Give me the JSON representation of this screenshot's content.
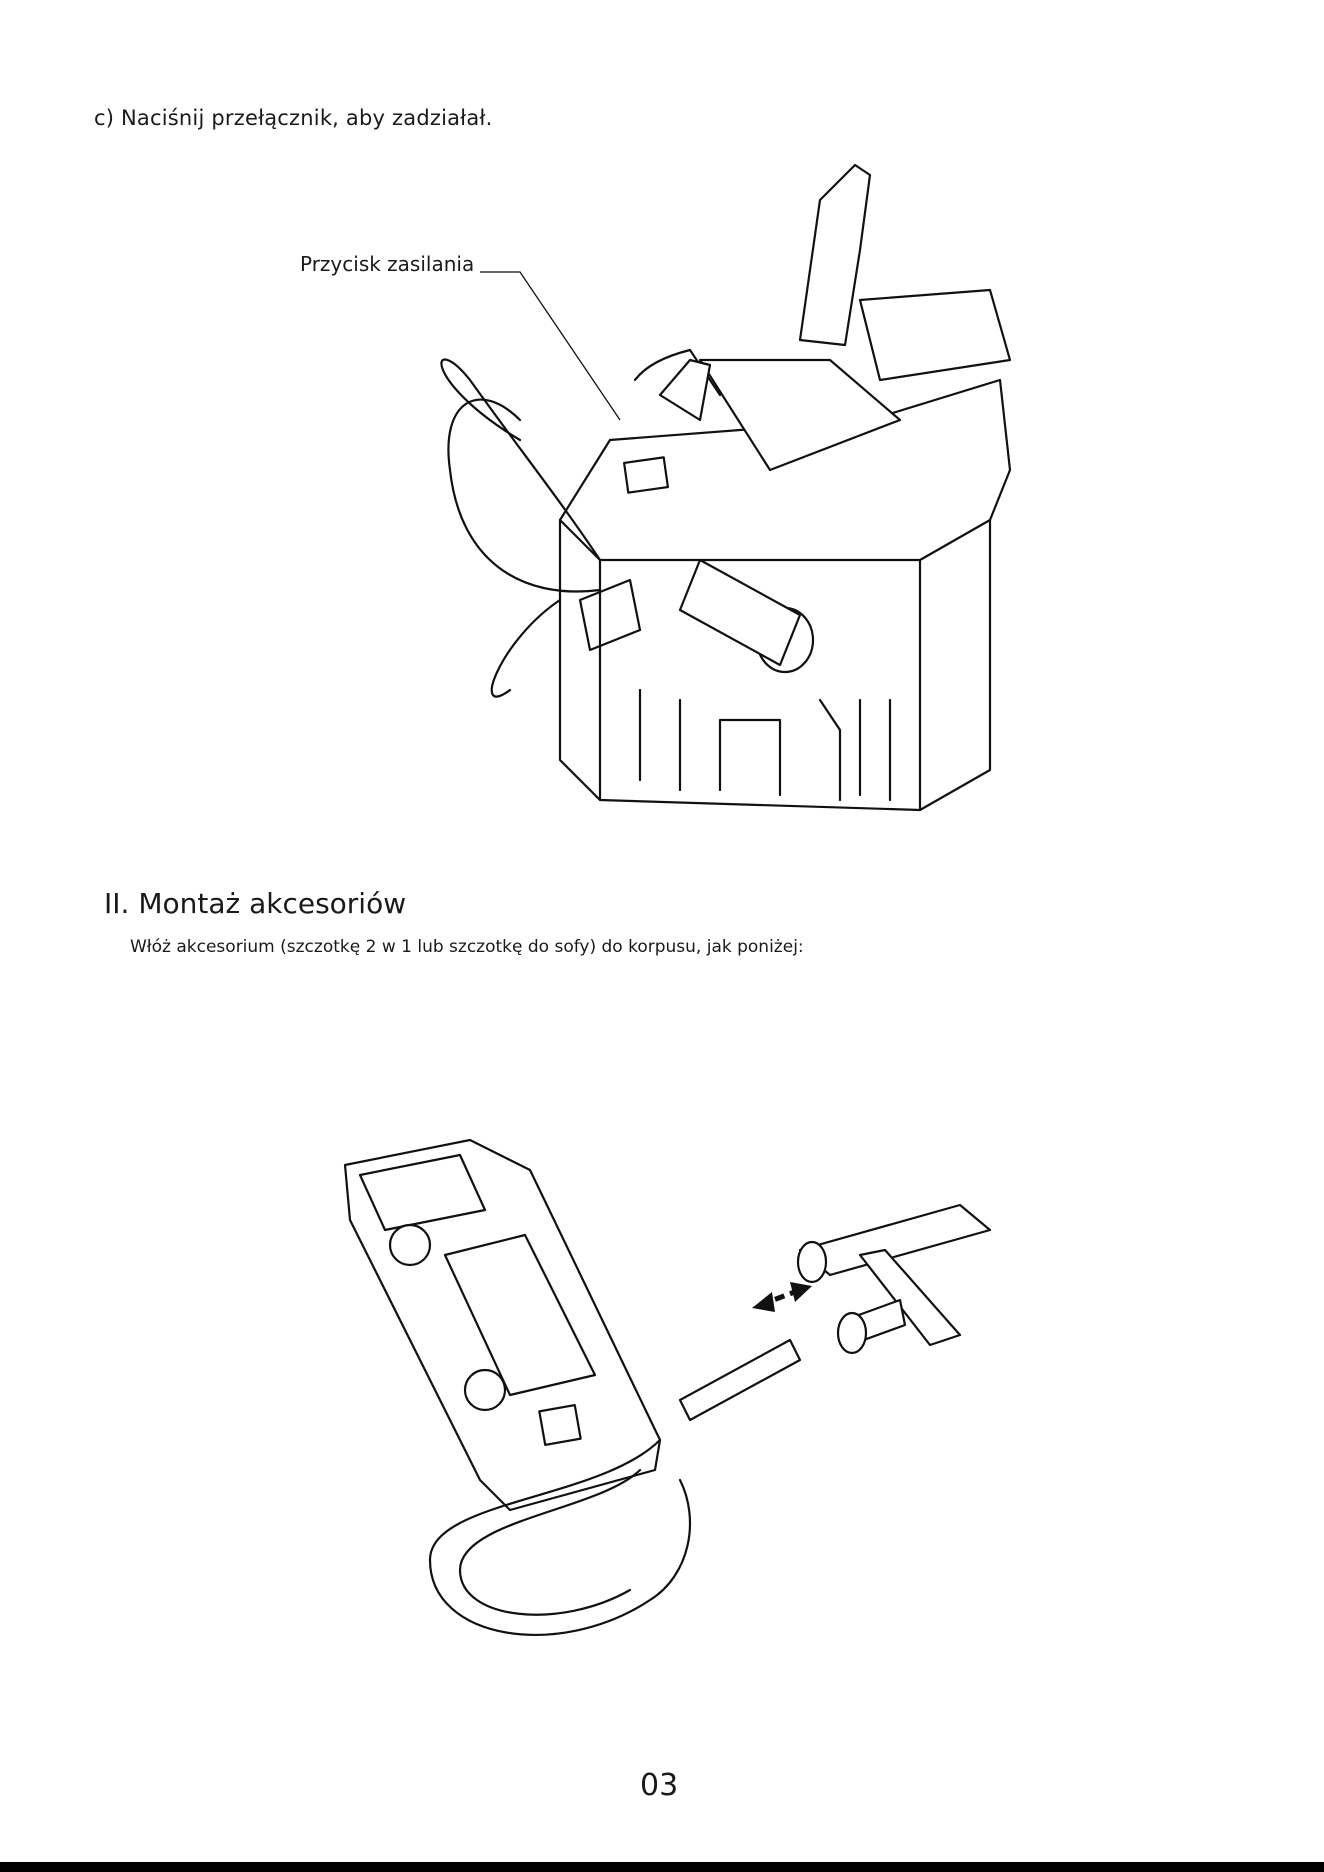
{
  "step": {
    "text": "c) Naciśnij przełącznik, aby zadziałał."
  },
  "figure1": {
    "callout": "Przycisk zasilania"
  },
  "section": {
    "title": "II. Montaż akcesoriów",
    "description": "Włóż akcesorium (szczotkę 2 w 1 lub szczotkę do sofy) do korpusu, jak poniżej:"
  },
  "page_number": "03",
  "icons": [
    "vacuum-illustration",
    "accessory-assembly-illustration",
    "double-arrow-icon"
  ]
}
